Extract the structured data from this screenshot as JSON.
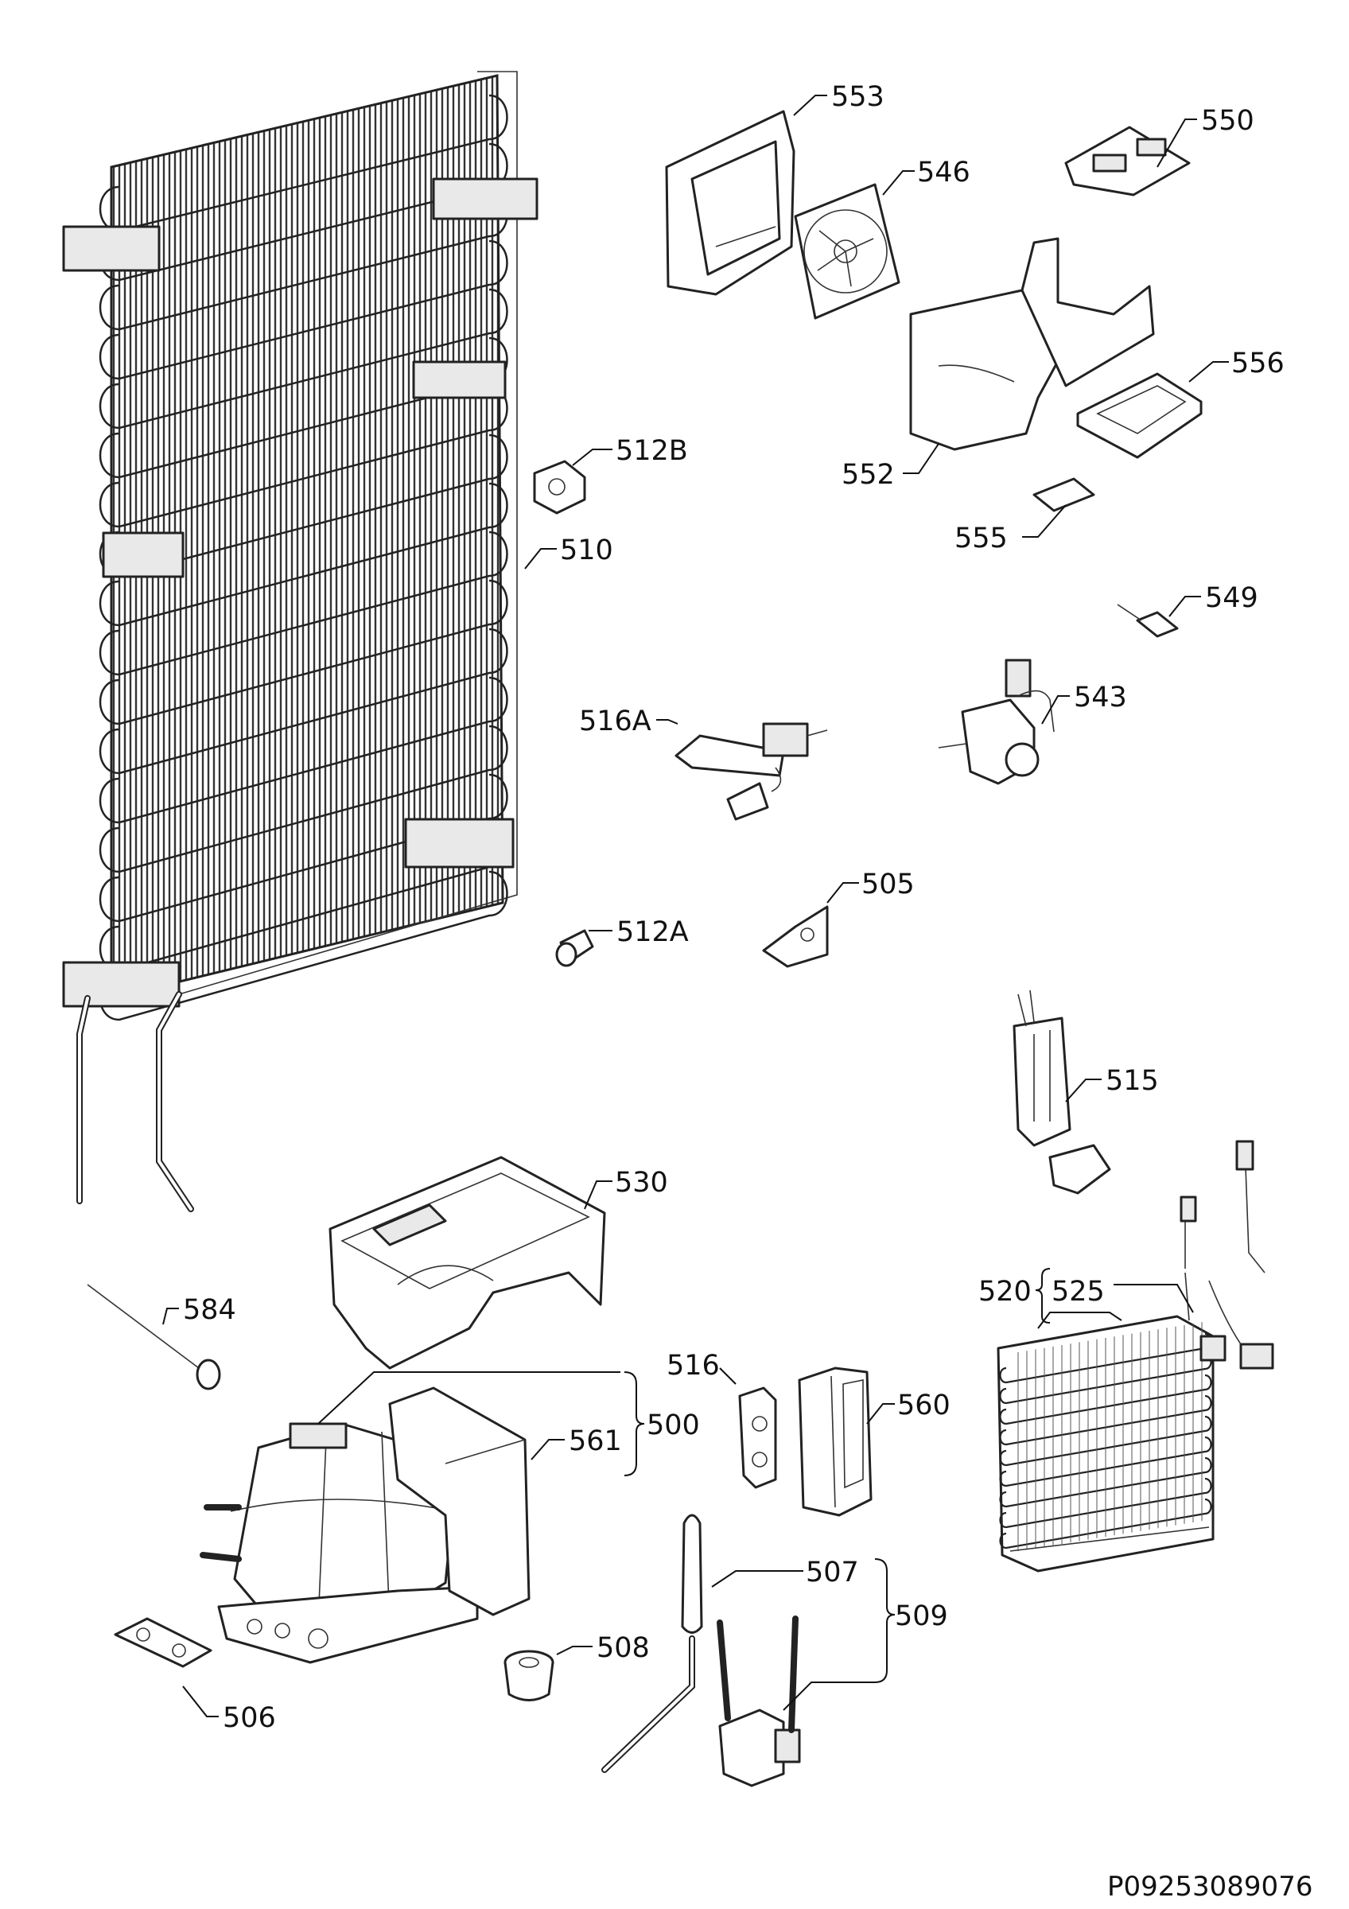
{
  "callouts": [
    {
      "key": "c553",
      "label": "553"
    },
    {
      "key": "c550",
      "label": "550"
    },
    {
      "key": "c546",
      "label": "546"
    },
    {
      "key": "c556",
      "label": "556"
    },
    {
      "key": "c552",
      "label": "552"
    },
    {
      "key": "c555",
      "label": "555"
    },
    {
      "key": "c512B",
      "label": "512B"
    },
    {
      "key": "c510",
      "label": "510"
    },
    {
      "key": "c549",
      "label": "549"
    },
    {
      "key": "c543",
      "label": "543"
    },
    {
      "key": "c516A",
      "label": "516A"
    },
    {
      "key": "c505",
      "label": "505"
    },
    {
      "key": "c512A",
      "label": "512A"
    },
    {
      "key": "c515",
      "label": "515"
    },
    {
      "key": "c530",
      "label": "530"
    },
    {
      "key": "c520",
      "label": "520"
    },
    {
      "key": "c525",
      "label": "525"
    },
    {
      "key": "c584",
      "label": "584"
    },
    {
      "key": "c516",
      "label": "516"
    },
    {
      "key": "c560",
      "label": "560"
    },
    {
      "key": "c500",
      "label": "500"
    },
    {
      "key": "c561",
      "label": "561"
    },
    {
      "key": "c507",
      "label": "507"
    },
    {
      "key": "c509",
      "label": "509"
    },
    {
      "key": "c508",
      "label": "508"
    },
    {
      "key": "c506",
      "label": "506"
    }
  ],
  "document_id": "P09253089076"
}
